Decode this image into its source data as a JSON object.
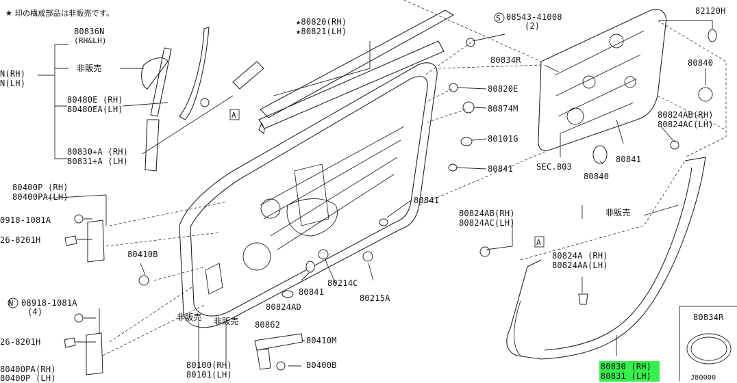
{
  "note": "★ 印の構成部品は非販売です。",
  "labels": {
    "l80836": "80836N",
    "l80836s": "(RH&LH)",
    "lHihan1": "非販売",
    "lNrh": "N(RH)",
    "lNlh": "N(LH)",
    "l80480e": "80480E (RH)",
    "l80480ea": "80480EA(LH)",
    "l80830a": "80830+A (RH)",
    "l80831a": "80831+A (LH)",
    "l80400p": "80400P (RH)",
    "l80400pa": "80400PA(LH)",
    "l0918": "0918-1081A",
    "l26a": "26-8201H",
    "l80410b": "80410B",
    "l08918": "08918-1081A",
    "l4": "(4)",
    "l26b": "26-8201H",
    "l80400pa2": "80400PA(RH)",
    "l80400pl": "80400P (LH)",
    "lHihan2": "非販売",
    "lHihan3": "非販売",
    "l80100": "80100(RH)",
    "l80101": "80101(LH)",
    "l80820": "★80820(RH)",
    "l80821": "★80821(LH)",
    "l08543": "08543-41008",
    "l2": "(2)",
    "l80820e": "80820E",
    "l80874m": "80874M",
    "l80101g": "80101G",
    "l80841a": "80841",
    "l80841b": "80841",
    "l80841c": "80841",
    "l80214c": "80214C",
    "l80215a": "80215A",
    "l80824ad": "80824AD",
    "l80862": "80862",
    "l80410m": "80410M",
    "l80400b": "80400B",
    "l82120h": "82120H",
    "l80834r": "80834R",
    "l80840a": "80840",
    "l80840b": "80840",
    "l80841d": "80841",
    "lsec": "SEC.803",
    "l80824ab1": "80824AB(RH)",
    "l80824ac1": "80824AC(LH)",
    "l80824ab2": "80824AB(RH)",
    "l80824ac2": "80824AC(LH)",
    "lHihan4": "非販売",
    "l80824a": "80824A (RH)",
    "l80824aa": "80824AA(LH)",
    "l80830": "80830 (RH)",
    "l80831": "80831 (LH)",
    "l80834rb": "80834R",
    "lA1": "A",
    "lA2": "A",
    "lS": "S",
    "lN": "N",
    "lfooter": "J80000"
  },
  "highlight_color": "#36ef4c"
}
